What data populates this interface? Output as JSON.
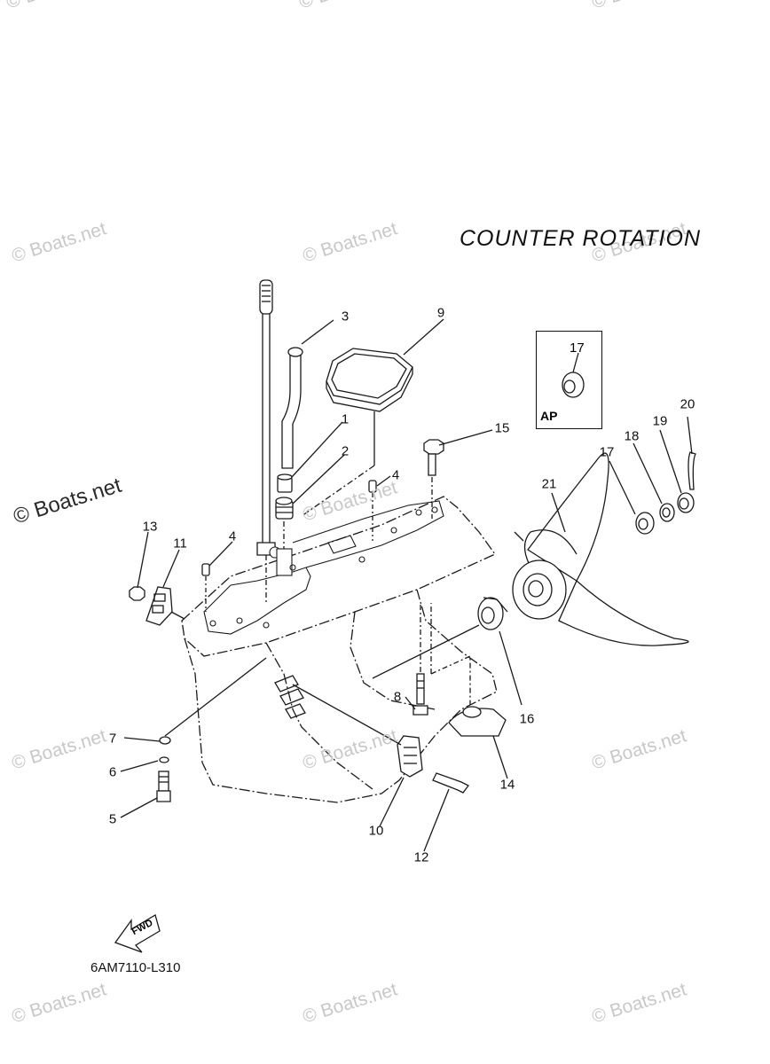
{
  "diagram": {
    "title": "COUNTER  ROTATION",
    "drawing_code": "6AM7110-L310",
    "fwd_label": "FWD",
    "inset_label": "AP",
    "inset_part": "17",
    "watermark": "© Boats.net",
    "callouts": [
      "1",
      "2",
      "3",
      "4",
      "4",
      "5",
      "6",
      "7",
      "8",
      "9",
      "10",
      "11",
      "12",
      "13",
      "14",
      "15",
      "16",
      "17",
      "18",
      "19",
      "20",
      "21"
    ]
  }
}
